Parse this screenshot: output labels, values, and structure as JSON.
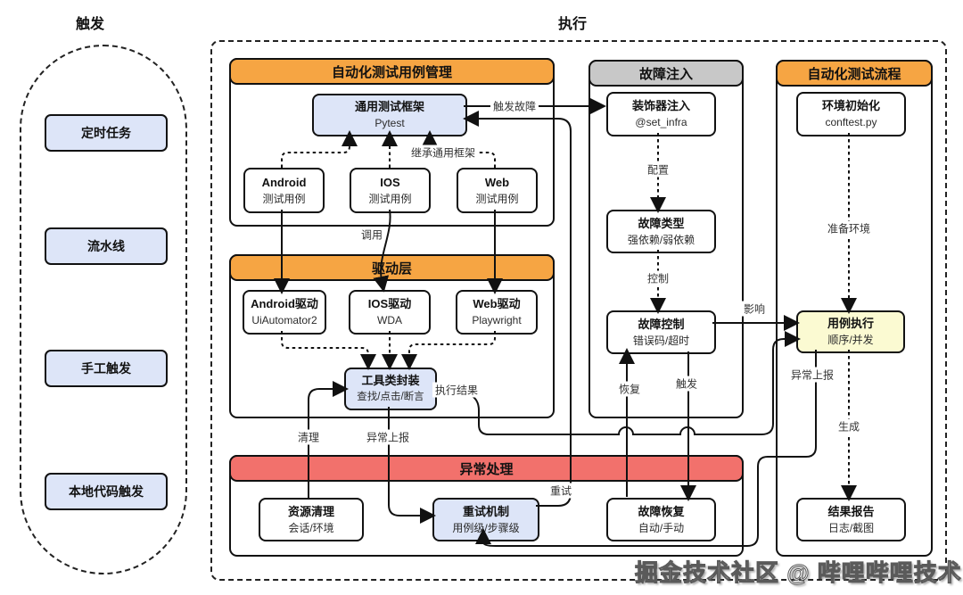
{
  "titles": {
    "left": "触发",
    "right": "执行"
  },
  "triggers": [
    {
      "label": "定时任务"
    },
    {
      "label": "流水线"
    },
    {
      "label": "手工触发"
    },
    {
      "label": "本地代码触发"
    }
  ],
  "sections": {
    "case_mgmt": {
      "title": "自动化测试用例管理"
    },
    "driver": {
      "title": "驱动层"
    },
    "fault": {
      "title": "故障注入"
    },
    "flow": {
      "title": "自动化测试流程"
    },
    "exception": {
      "title": "异常处理"
    }
  },
  "nodes": {
    "pytest": {
      "title": "通用测试框架",
      "sub": "Pytest"
    },
    "android_case": {
      "title": "Android",
      "sub": "测试用例"
    },
    "ios_case": {
      "title": "IOS",
      "sub": "测试用例"
    },
    "web_case": {
      "title": "Web",
      "sub": "测试用例"
    },
    "android_driver": {
      "title": "Android驱动",
      "sub": "UiAutomator2"
    },
    "ios_driver": {
      "title": "IOS驱动",
      "sub": "WDA"
    },
    "web_driver": {
      "title": "Web驱动",
      "sub": "Playwright"
    },
    "toolkit": {
      "title": "工具类封装",
      "sub": "查找/点击/断言"
    },
    "decorator": {
      "title": "装饰器注入",
      "sub": "@set_infra"
    },
    "fault_type": {
      "title": "故障类型",
      "sub": "强依赖/弱依赖"
    },
    "fault_ctrl": {
      "title": "故障控制",
      "sub": "错误码/超时"
    },
    "env_init": {
      "title": "环境初始化",
      "sub": "conftest.py"
    },
    "case_exec": {
      "title": "用例执行",
      "sub": "顺序/并发"
    },
    "report": {
      "title": "结果报告",
      "sub": "日志/截图"
    },
    "cleanup": {
      "title": "资源清理",
      "sub": "会话/环境"
    },
    "retry": {
      "title": "重试机制",
      "sub": "用例级/步骤级"
    },
    "fault_recover": {
      "title": "故障恢复",
      "sub": "自动/手动"
    }
  },
  "edge_labels": {
    "trigger_fault": "触发故障",
    "inherit": "继承通用框架",
    "invoke": "调用",
    "configure": "配置",
    "control": "控制",
    "affect": "影响",
    "recover": "恢复",
    "trigger": "触发",
    "exec_result": "执行结果",
    "cleanup": "清理",
    "report_exception_left": "异常上报",
    "retry": "重试",
    "prepare_env": "准备环境",
    "report_exception_right": "异常上报",
    "generate": "生成"
  },
  "watermark": "掘金技术社区 @ 哔哩哔哩技术",
  "colors": {
    "header_orange": "#F6A543",
    "header_gray": "#C8C8C8",
    "header_red": "#F2716C",
    "node_blue": "#DDE5F8",
    "node_yellow": "#FBFAD2",
    "line": "#111111"
  }
}
